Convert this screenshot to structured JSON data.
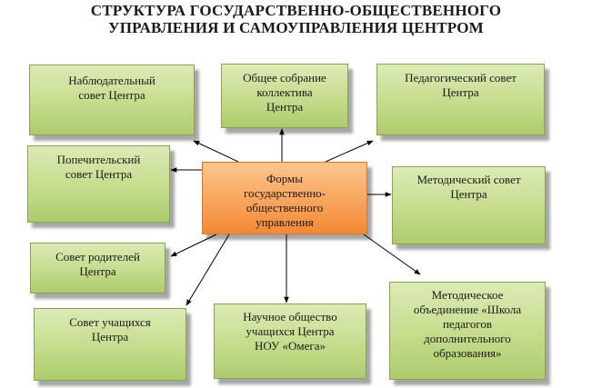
{
  "title": {
    "line1": "СТРУКТУРА ГОСУДАРСТВЕННО-ОБЩЕСТВЕННОГО",
    "line2": "УПРАВЛЕНИЯ И САМОУПРАВЛЕНИЯ ЦЕНТРОМ"
  },
  "colors": {
    "box_green": "#c5dc8c",
    "box_orange": "#f8a45c",
    "arrow": "#000000"
  },
  "center": {
    "lines": [
      "Формы",
      "государственно-",
      "общественного",
      "управления"
    ]
  },
  "nodes": {
    "observer": {
      "lines": [
        "Наблюдательный",
        "совет Центра"
      ]
    },
    "general": {
      "lines": [
        "Общее собрание",
        "коллектива",
        "Центра"
      ]
    },
    "pedagogical": {
      "lines": [
        "Педагогический совет",
        "Центра"
      ]
    },
    "trustee": {
      "lines": [
        "Попечительский",
        "совет Центра"
      ]
    },
    "methodical": {
      "lines": [
        "Методический совет",
        "Центра"
      ]
    },
    "parents": {
      "lines": [
        "Совет родителей",
        "Центра"
      ]
    },
    "students": {
      "lines": [
        "Совет учащихся",
        "Центра"
      ]
    },
    "society": {
      "lines": [
        "Научное общество",
        "учащихся Центра",
        "НОУ «Омега»"
      ]
    },
    "association": {
      "lines": [
        "Методическое",
        "объединение «Школа",
        "педагогов",
        "дополнительного",
        "образования»"
      ]
    }
  }
}
